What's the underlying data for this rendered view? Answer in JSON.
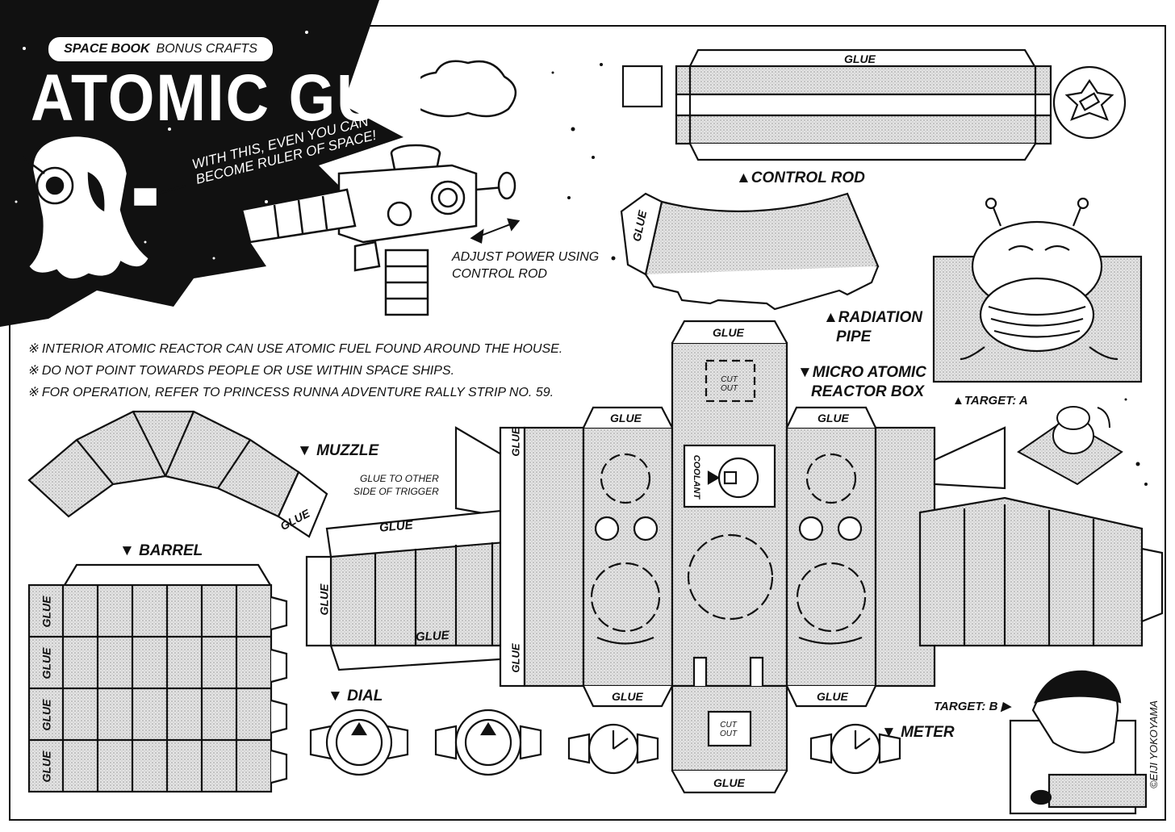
{
  "header": {
    "series_bold": "SPACE BOOK",
    "series_rest": "BONUS CRAFTS",
    "title": "ATOMIC GUN",
    "slogan_line1": "WITH THIS, EVEN YOU CAN",
    "slogan_line2": "BECOME RULER OF SPACE!",
    "adjust_line1": "ADJUST POWER USING",
    "adjust_line2": "CONTROL ROD"
  },
  "notes": [
    "※ INTERIOR ATOMIC REACTOR CAN USE ATOMIC FUEL FOUND AROUND THE HOUSE.",
    "※ DO NOT POINT TOWARDS PEOPLE OR USE WITHIN SPACE SHIPS.",
    "※ FOR OPERATION, REFER TO PRINCESS RUNNA ADVENTURE RALLY STRIP NO. 59."
  ],
  "labels": {
    "control_rod": "▲CONTROL ROD",
    "radiation_pipe_1": "▲RADIATION",
    "radiation_pipe_2": "PIPE",
    "reactor_1": "▼MICRO ATOMIC",
    "reactor_2": "REACTOR BOX",
    "target_a": "▲TARGET: A",
    "target_b": "TARGET: B ▶",
    "muzzle": "▼ MUZZLE",
    "barrel": "▼ BARREL",
    "dial": "▼ DIAL",
    "meter": "▼ METER",
    "glue_trigger_1": "GLUE TO OTHER",
    "glue_trigger_2": "SIDE OF TRIGGER",
    "glue": "GLUE",
    "cut_out_1": "CUT",
    "cut_out_2": "OUT",
    "coolant": "COOLANT",
    "credit": "©EIJI YOKOYAMA"
  },
  "colors": {
    "ink": "#111111",
    "paper": "#ffffff",
    "hatch": "#d6d6d6"
  }
}
